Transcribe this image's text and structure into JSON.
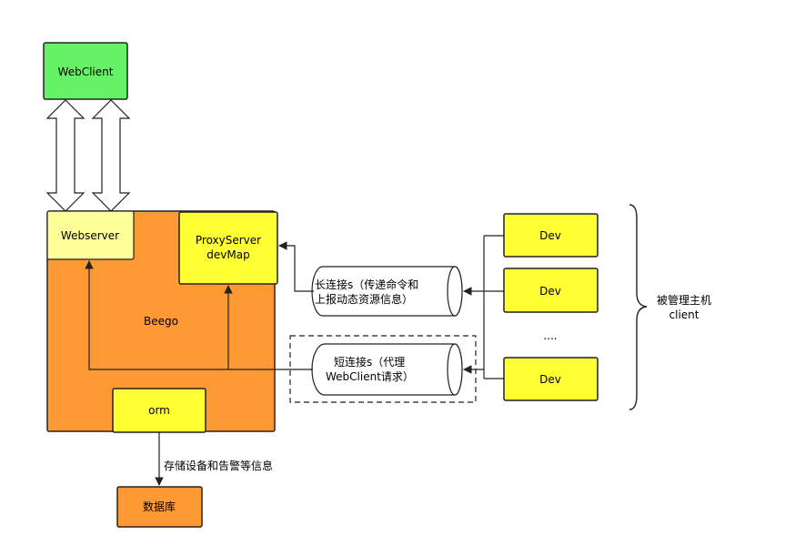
{
  "nodes": {
    "webclient": "WebClient",
    "webserver": "Webserver",
    "proxyserver_line1": "ProxyServer",
    "proxyserver_line2": "devMap",
    "beego": "Beego",
    "orm": "orm",
    "database": "数据库",
    "dev1": "Dev",
    "dev2": "Dev",
    "dev_ellipsis": "....",
    "dev3": "Dev"
  },
  "labels": {
    "long_conn_line1": "长连接s（传递命令和",
    "long_conn_line2": "上报动态资源信息）",
    "short_conn_line1": "短连接s（代理",
    "short_conn_line2": "WebClient请求）",
    "storage": "存储设备和告警等信息",
    "managed_line1": "被管理主机",
    "managed_line2": "client"
  },
  "colors": {
    "green": "#66f266",
    "orange": "#ff9933",
    "yellow": "#ffff33",
    "light_yellow": "#ffff99",
    "stroke": "#222222"
  }
}
